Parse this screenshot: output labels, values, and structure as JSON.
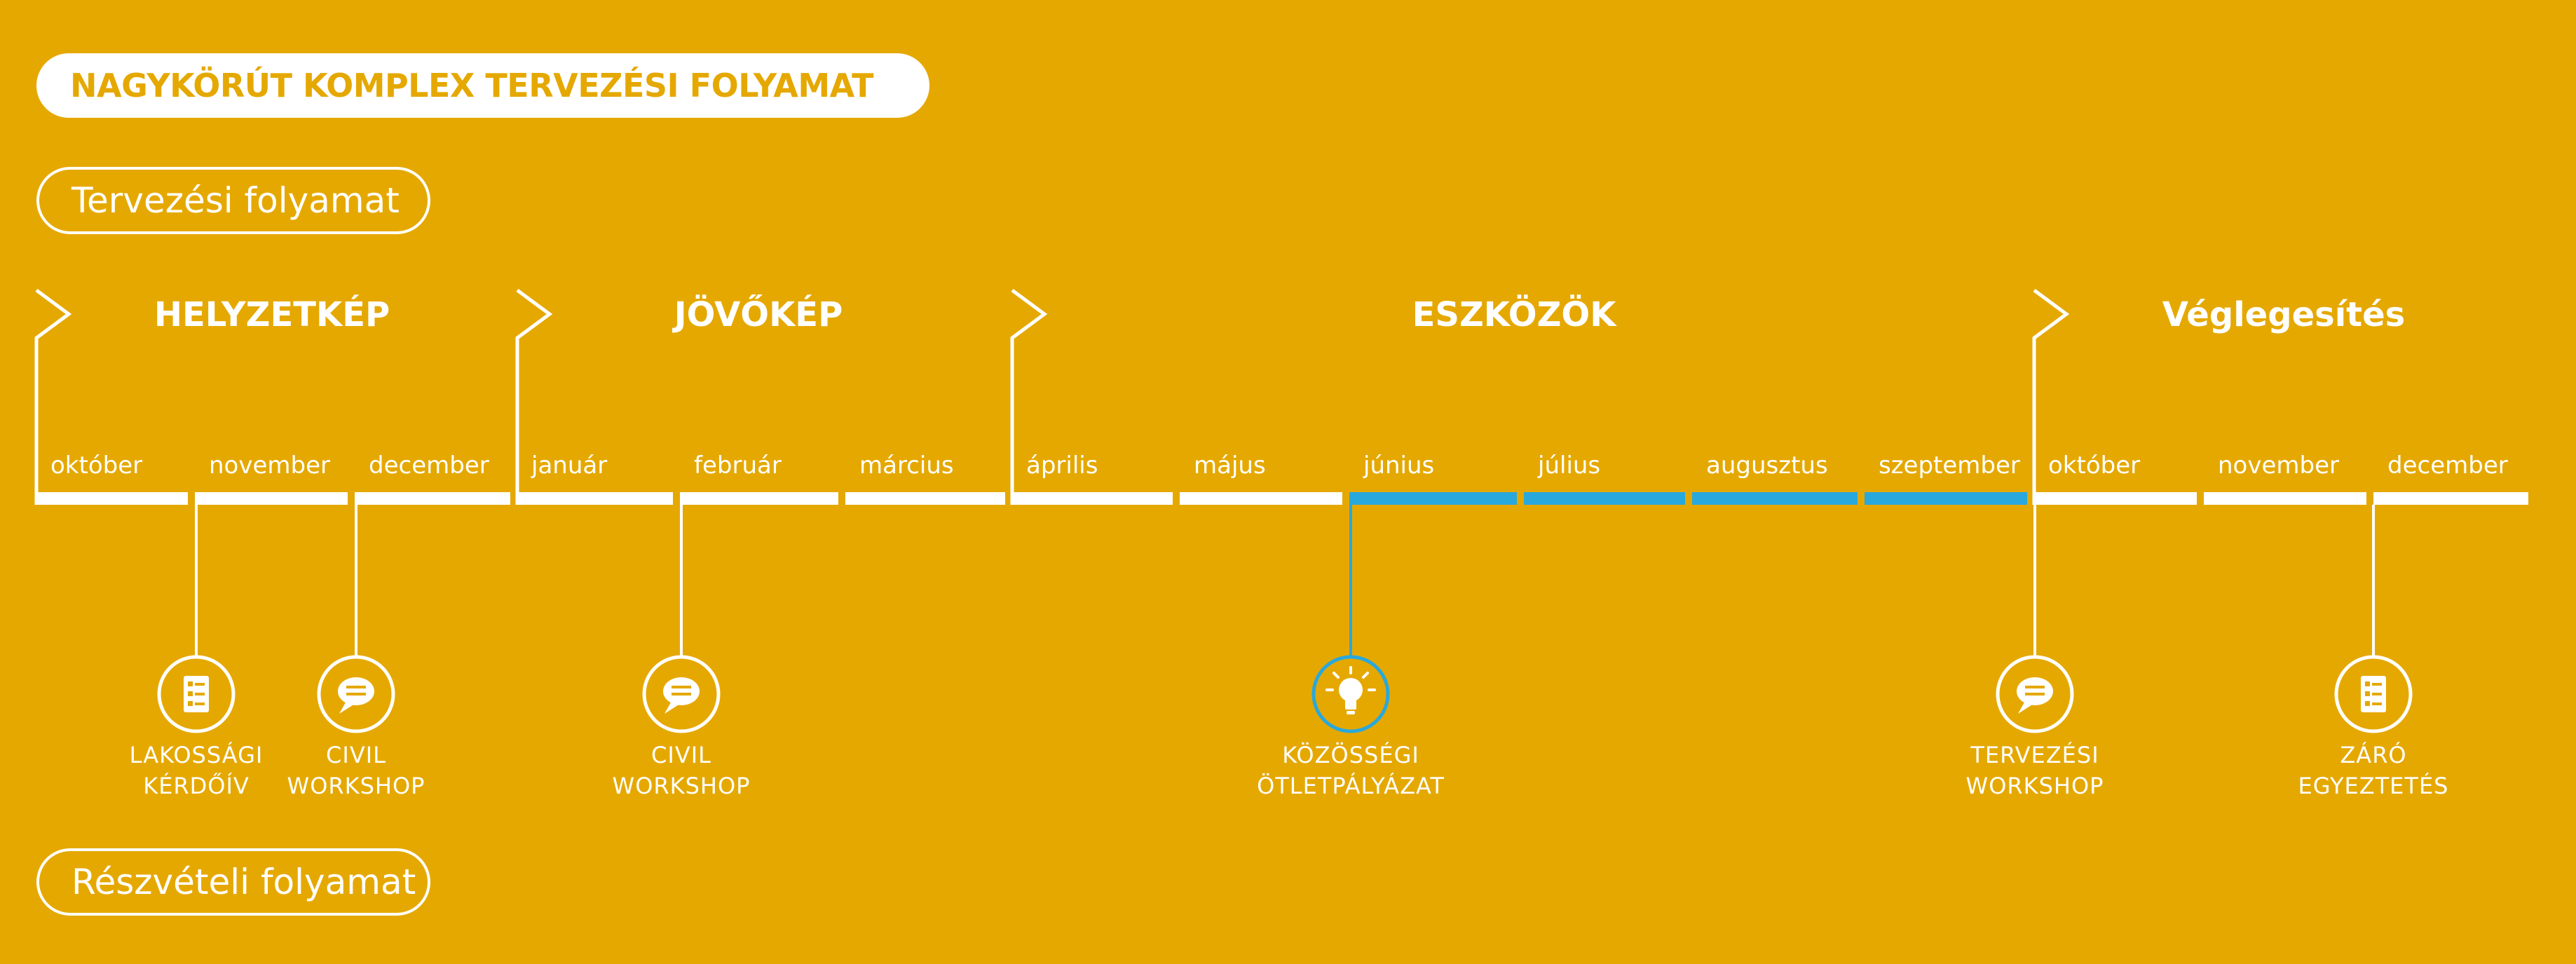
{
  "header": {
    "title": "NAGYKÖRÚT KOMPLEX TERVEZÉSI FOLYAMAT"
  },
  "tracks": {
    "planning": "Tervezési folyamat",
    "participation": "Részvételi folyamat"
  },
  "colors": {
    "background": "#e5a800",
    "foreground": "#ffffff",
    "highlight": "#29a8dc"
  },
  "phases": [
    {
      "name": "HELYZETKÉP"
    },
    {
      "name": "JÖVŐKÉP"
    },
    {
      "name": "ESZKÖZÖK"
    },
    {
      "name": "Véglegesítés"
    }
  ],
  "months": [
    {
      "label": "október",
      "highlighted": false
    },
    {
      "label": "november",
      "highlighted": false
    },
    {
      "label": "december",
      "highlighted": false
    },
    {
      "label": "január",
      "highlighted": false
    },
    {
      "label": "február",
      "highlighted": false
    },
    {
      "label": "március",
      "highlighted": false
    },
    {
      "label": "április",
      "highlighted": false
    },
    {
      "label": "május",
      "highlighted": false
    },
    {
      "label": "június",
      "highlighted": true
    },
    {
      "label": "július",
      "highlighted": true
    },
    {
      "label": "augusztus",
      "highlighted": true
    },
    {
      "label": "szeptember",
      "highlighted": true
    },
    {
      "label": "október",
      "highlighted": false
    },
    {
      "label": "november",
      "highlighted": false
    },
    {
      "label": "december",
      "highlighted": false
    }
  ],
  "events": [
    {
      "icon": "checklist-icon",
      "lines": [
        "LAKOSSÁGI",
        "KÉRDŐÍV"
      ],
      "highlighted": false
    },
    {
      "icon": "chat-bubble-icon",
      "lines": [
        "CIVIL",
        "WORKSHOP"
      ],
      "highlighted": false
    },
    {
      "icon": "chat-bubble-icon",
      "lines": [
        "CIVIL",
        "WORKSHOP"
      ],
      "highlighted": false
    },
    {
      "icon": "lightbulb-icon",
      "lines": [
        "KÖZÖSSÉGI",
        "ÖTLETPÁLYÁZAT"
      ],
      "highlighted": true
    },
    {
      "icon": "chat-bubble-icon",
      "lines": [
        "TERVEZÉSI",
        "WORKSHOP"
      ],
      "highlighted": false
    },
    {
      "icon": "checklist-icon",
      "lines": [
        "ZÁRÓ",
        "EGYEZTETÉS"
      ],
      "highlighted": false
    }
  ]
}
